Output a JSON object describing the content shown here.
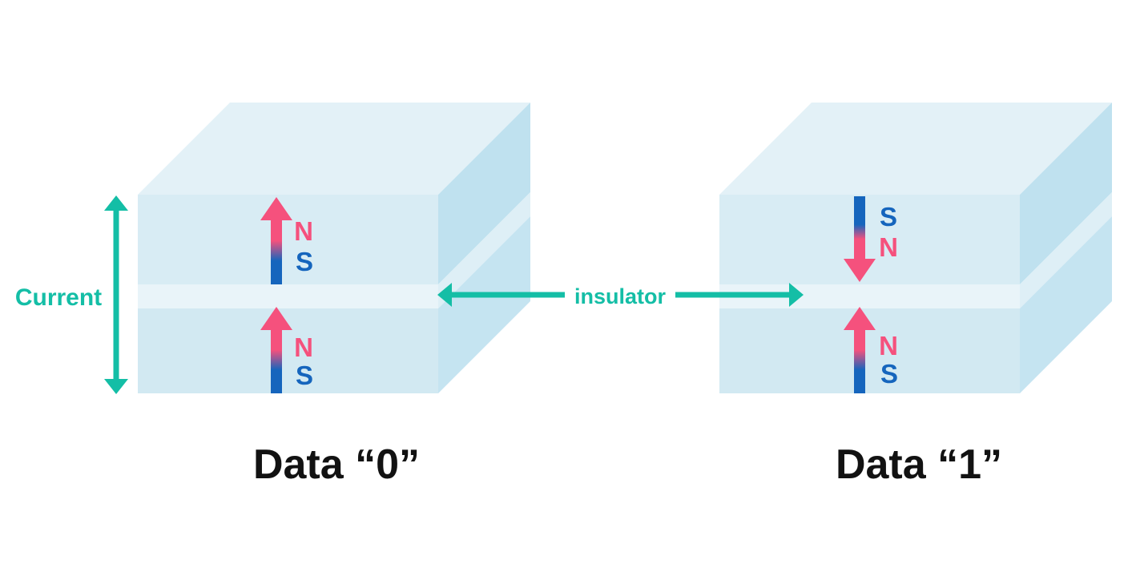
{
  "colors": {
    "teal": "#14BEA6",
    "pink": "#F5517D",
    "blue": "#1565BD",
    "caption_text": "#121212",
    "face_top": "#E3F1F7",
    "front_layer_top": "#D8ECF4",
    "front_layer_bottom": "#D2E9F2",
    "front_insulator": "#E9F4F9",
    "side_layer_top": "#BFE1EF",
    "side_layer_bottom": "#C5E4F1",
    "side_insulator": "#DEEFF6",
    "background": "#FFFFFF"
  },
  "annotations": {
    "current_label": "Current",
    "insulator_label": "insulator"
  },
  "cells": [
    {
      "caption": "Data “0”",
      "layers": [
        {
          "magnetization": "up",
          "pole_top": "N",
          "pole_bottom": "S"
        },
        {
          "magnetization": "up",
          "pole_top": "N",
          "pole_bottom": "S"
        }
      ]
    },
    {
      "caption": "Data “1”",
      "layers": [
        {
          "magnetization": "down",
          "pole_top": "S",
          "pole_bottom": "N"
        },
        {
          "magnetization": "up",
          "pole_top": "N",
          "pole_bottom": "S"
        }
      ]
    }
  ]
}
